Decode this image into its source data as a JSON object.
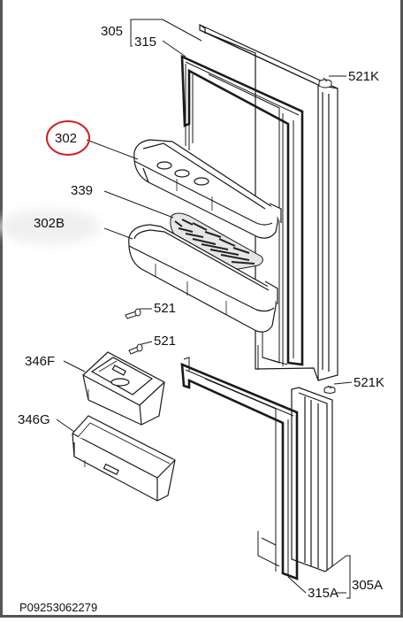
{
  "diagram": {
    "drawing_code": "P09253062279",
    "callouts": {
      "c305": "305",
      "c315": "315",
      "c521k_top": "521K",
      "c302": "302",
      "c339": "339",
      "c302b": "302B",
      "c521_a": "521",
      "c521_b": "521",
      "c346f": "346F",
      "c346g": "346G",
      "c521k_bottom": "521K",
      "c315a": "315A",
      "c305a": "305A"
    },
    "highlight_color": "#d22020",
    "line_color": "#1a1a1a",
    "border_color": "#555555"
  }
}
